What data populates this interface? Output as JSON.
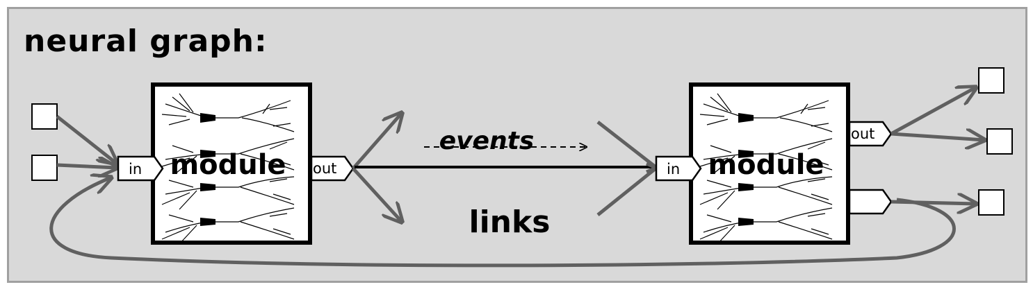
{
  "diagram": {
    "title": "neural graph:",
    "modules": [
      {
        "label": "module",
        "in_label": "in",
        "out_label": "out"
      },
      {
        "label": "module",
        "in_label": "in",
        "out_label": "out",
        "extra_out_label": ""
      }
    ],
    "links_label": "links",
    "events_label": "events",
    "colors": {
      "background": "#d9d9d9",
      "border": "#a0a0a0",
      "arrow": "#606060",
      "module_border": "#000000",
      "node_fill": "#ffffff"
    }
  }
}
